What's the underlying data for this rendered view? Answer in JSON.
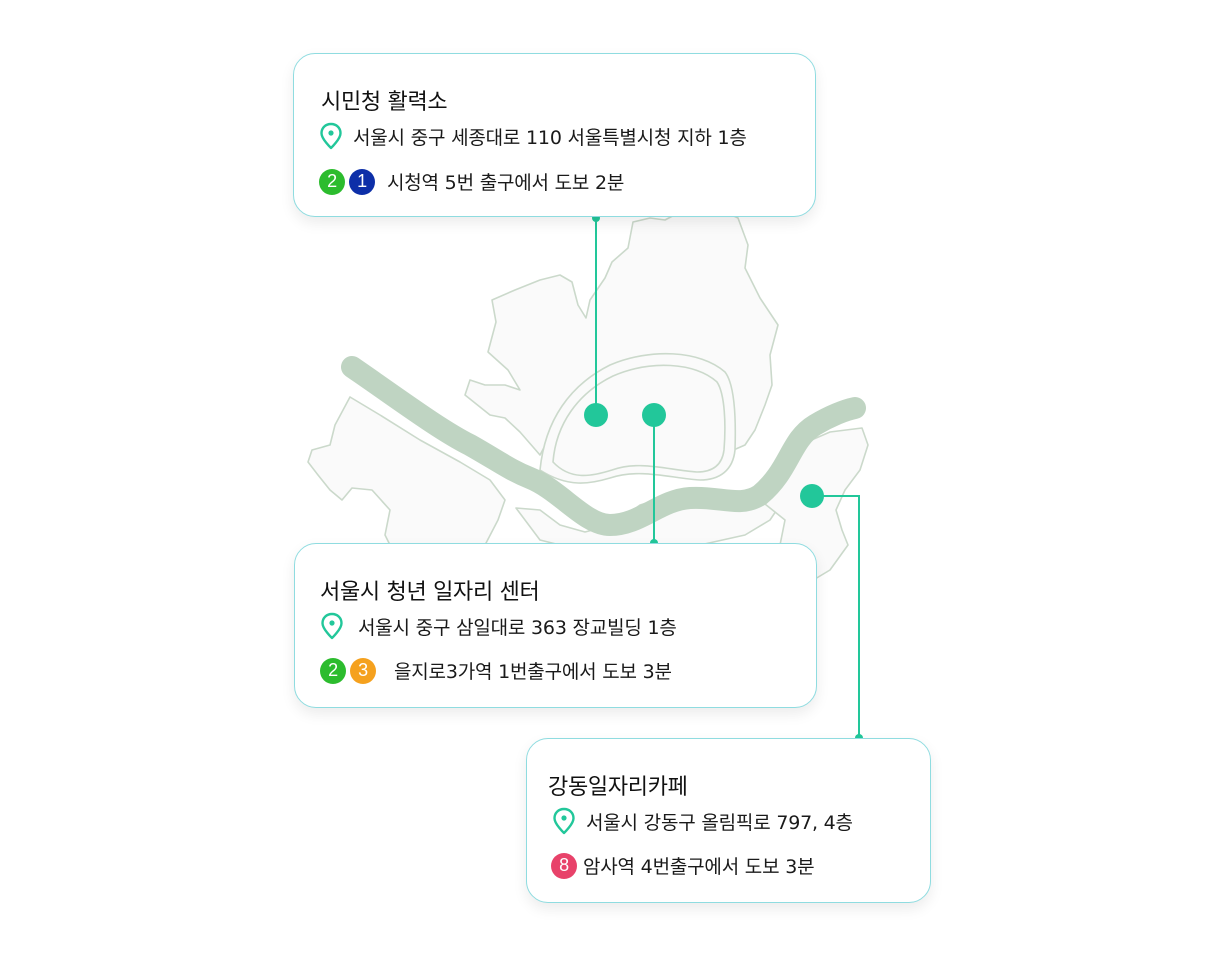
{
  "colors": {
    "accent": "#22c79a",
    "card_border": "#8fdce0",
    "river": "#bfd4c2",
    "district_outline": "#cbd9cb",
    "district_fill": "#fafafa"
  },
  "locations": [
    {
      "name": "시민청 활력소",
      "address": "서울시 중구 세종대로 110 서울특별시청 지하 1층",
      "directions": "시청역 5번 출구에서 도보 2분",
      "lines": [
        {
          "label": "2",
          "color": "#2cbc2e"
        },
        {
          "label": "1",
          "color": "#0d2fa8"
        }
      ]
    },
    {
      "name": "서울시 청년 일자리 센터",
      "address": "서울시 중구 삼일대로 363 장교빌딩 1층",
      "directions": "을지로3가역 1번출구에서 도보 3분",
      "lines": [
        {
          "label": "2",
          "color": "#2cbc2e"
        },
        {
          "label": "3",
          "color": "#f5a11e"
        }
      ]
    },
    {
      "name": "강동일자리카페",
      "address": "서울시 강동구 올림픽로 797, 4층",
      "directions": "암사역 4번출구에서 도보 3분",
      "lines": [
        {
          "label": "8",
          "color": "#e8426a"
        }
      ]
    }
  ],
  "icons": {
    "address": "map-pin-icon"
  }
}
